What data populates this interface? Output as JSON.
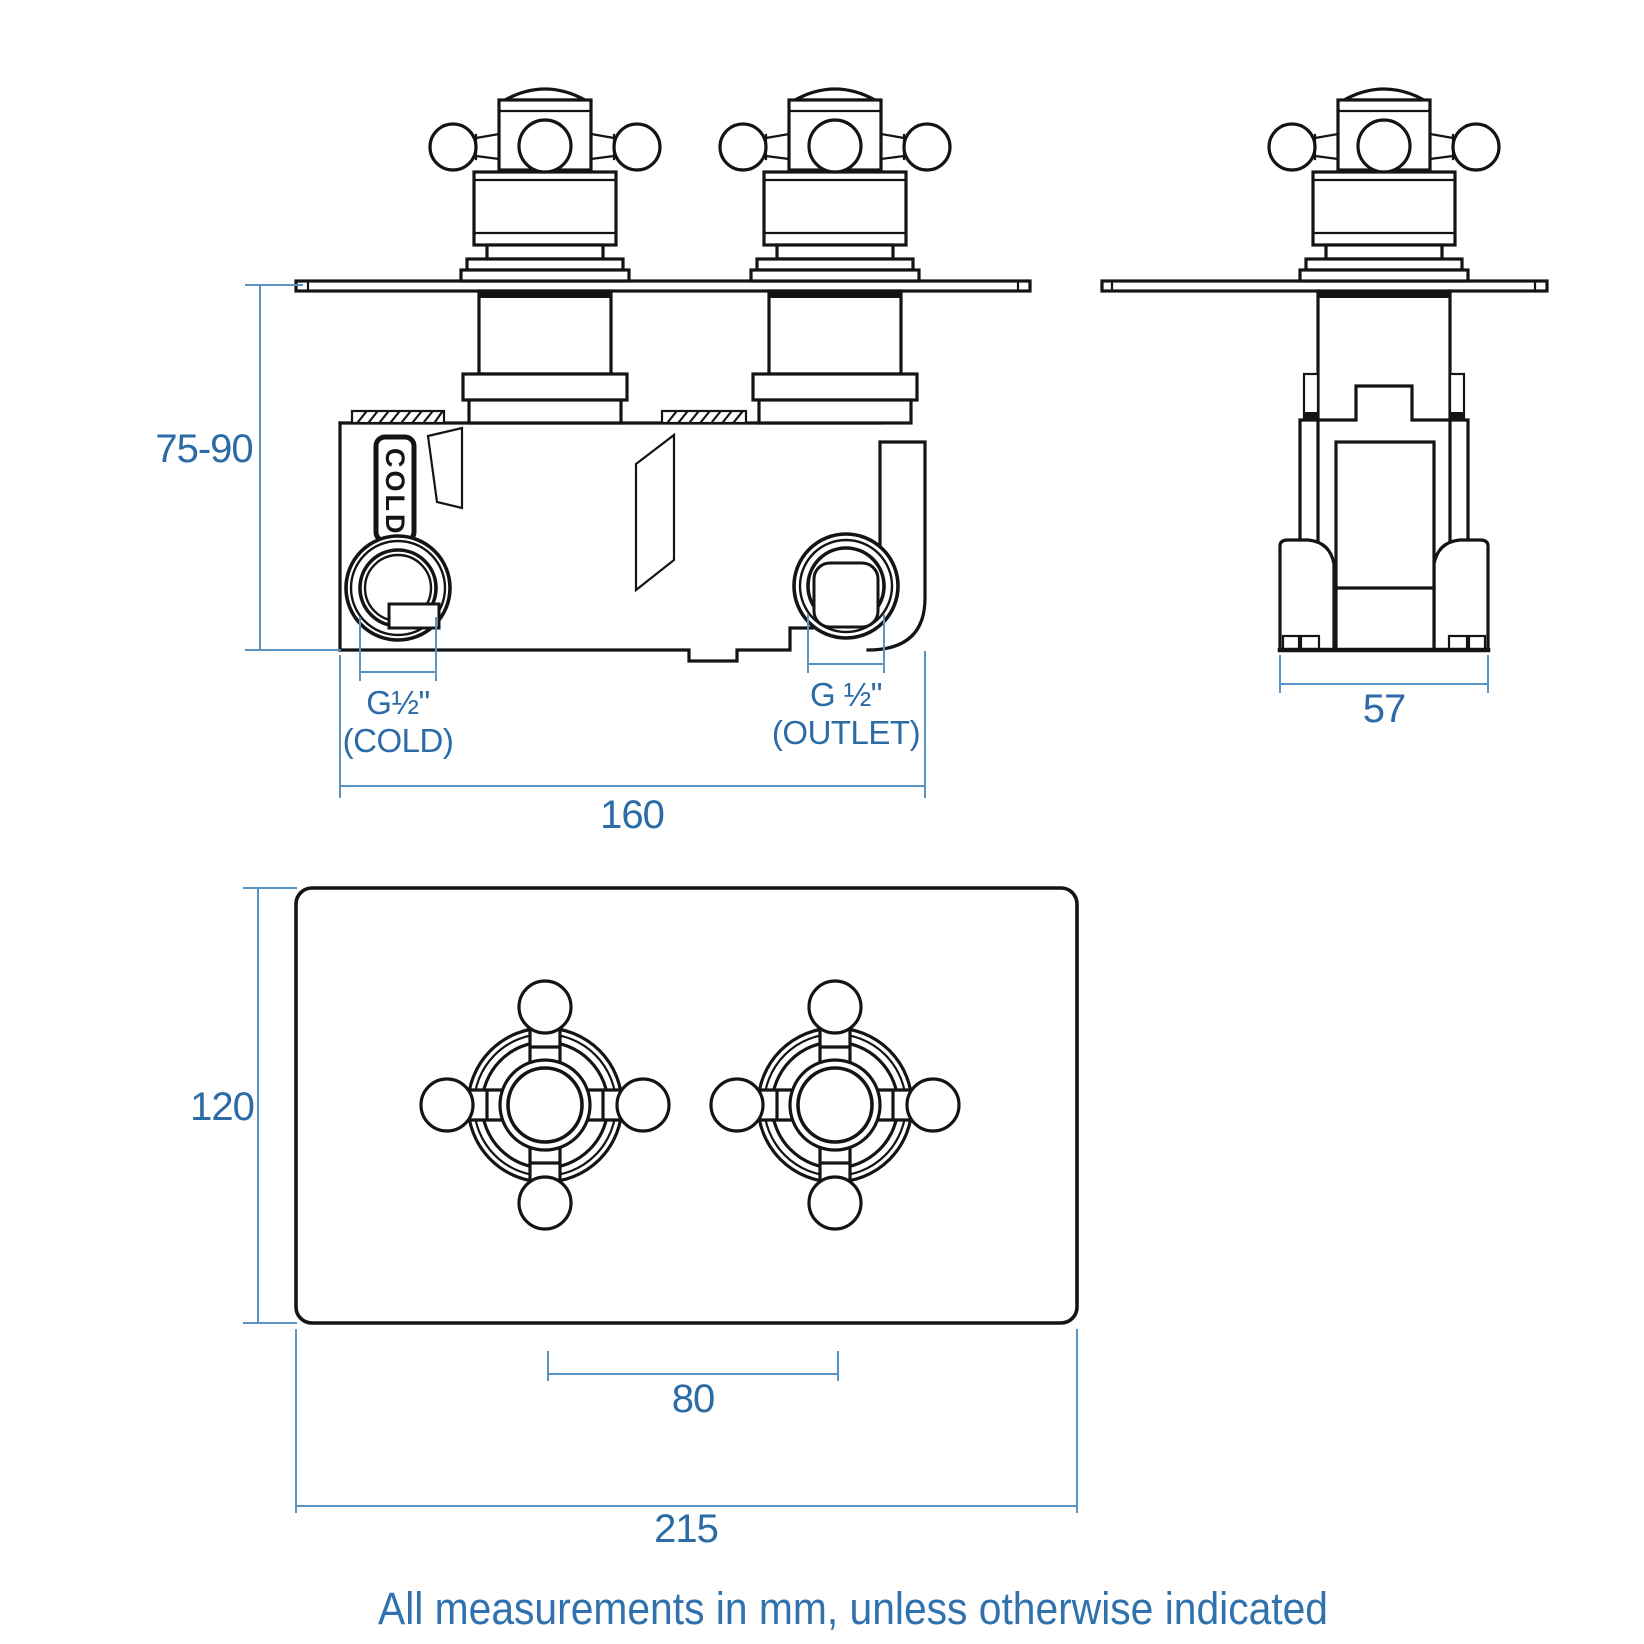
{
  "colors": {
    "drawing_line": "#141414",
    "dimension_line": "#5b93c2",
    "dimension_text": "#2b6ba6",
    "footer_text": "#2f72ae",
    "background": "#ffffff"
  },
  "front_view": {
    "body_label": "COLD"
  },
  "dimensions": {
    "depth_range": "75-90",
    "valve_width": "160",
    "inlet_size": "G½\"",
    "inlet_name": "(COLD)",
    "outlet_size": "G ½\"",
    "outlet_name": "(OUTLET)",
    "side_depth": "57",
    "plate_height": "120",
    "handle_spacing": "80",
    "plate_width": "215"
  },
  "footer": {
    "note": "All measurements in mm, unless otherwise indicated"
  }
}
